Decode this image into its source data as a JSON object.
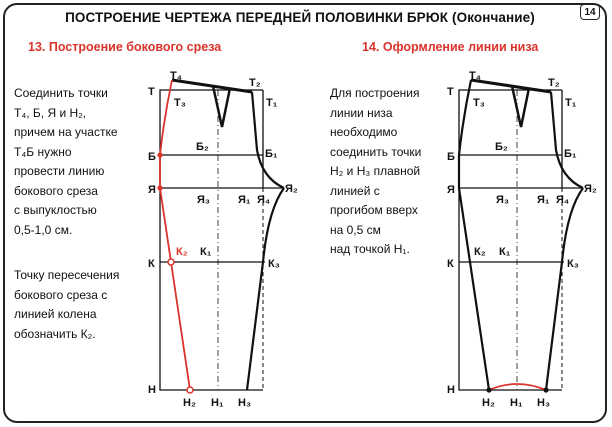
{
  "header": {
    "title": "ПОСТРОЕНИЕ ЧЕРТЕЖА ПЕРЕДНЕЙ ПОЛОВИНКИ БРЮК (Окончание)",
    "page_number": "14"
  },
  "step13": {
    "heading": "13. Построение бокового среза",
    "paragraph1": "Соединить точки\nТ₄, Б, Я и Н₂,\nпричем на участке\nТ₄Б нужно\nпровести линию\nбокового среза\nс выпуклостью\n0,5-1,0 см.",
    "paragraph2": "Точку пересечения\nбокового среза с\nлинией колена\nобозначить К₂."
  },
  "step14": {
    "heading": "14. Оформление линии низа",
    "paragraph": "Для построения\nлинии низа\nнеобходимо\nсоединить точки\nН₂ и Н₃ плавной\nлинией с\nпрогибом вверх\nна 0,5 см\nнад точкой Н₁."
  },
  "labels": {
    "T": "Т",
    "T1": "Т₁",
    "T2": "Т₂",
    "T3": "Т₃",
    "T4": "Т₄",
    "B": "Б",
    "B1": "Б₁",
    "B2": "Б₂",
    "Ya": "Я",
    "Ya1": "Я₁",
    "Ya2": "Я₂",
    "Ya3": "Я₃",
    "Ya4": "Я₄",
    "K": "К",
    "K1": "К₁",
    "K2": "К₂",
    "K3": "К₃",
    "H": "Н",
    "H1": "Н₁",
    "H2": "Н₂",
    "H3": "Н₃"
  },
  "colors": {
    "accent": "#d9342b",
    "ink": "#111111",
    "frame": "#222222"
  }
}
